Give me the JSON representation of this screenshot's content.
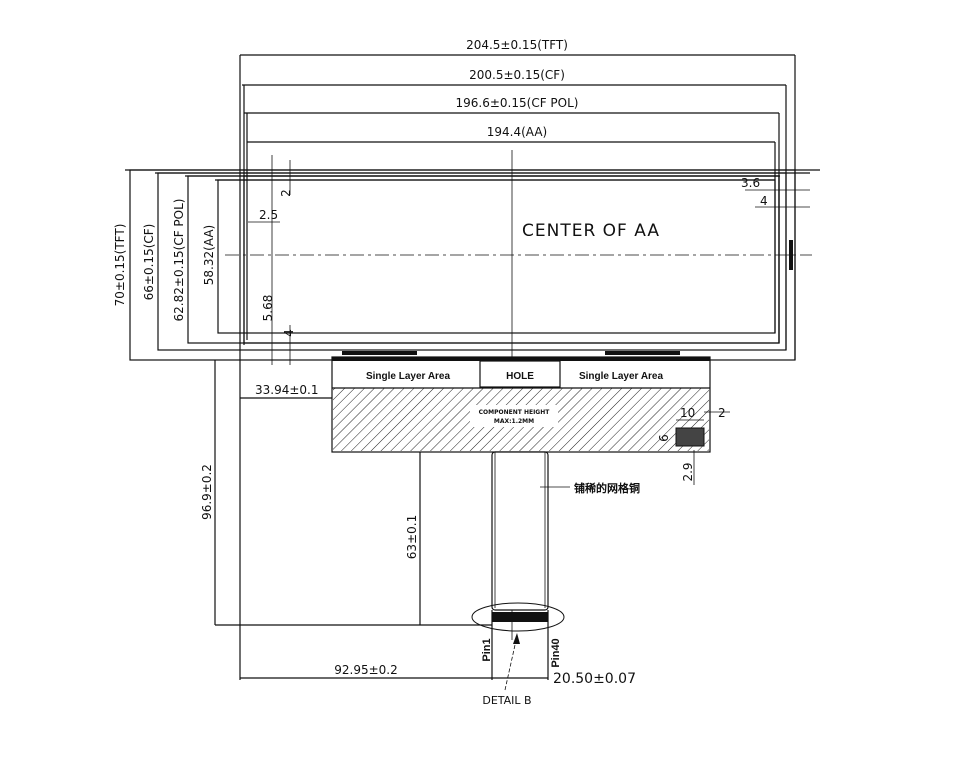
{
  "drawing": {
    "dimensions_top": [
      "204.5±0.15(TFT)",
      "200.5±0.15(CF)",
      "196.6±0.15(CF POL)",
      "194.4(AA)"
    ],
    "dimensions_left": [
      "70±0.15(TFT)",
      "66±0.15(CF)",
      "62.82±0.15(CF POL)",
      "58.32(AA)"
    ],
    "small_dims": {
      "d2": "2",
      "d2_5": "2.5",
      "d5_68": "5.68",
      "d4_left": "4",
      "d3_6": "3.6",
      "d4_right": "4",
      "d10": "10",
      "d2_right": "2",
      "d6": "6",
      "d2_9": "2.9"
    },
    "center_label": "CENTER OF AA",
    "fpc": {
      "single_layer_left": "Single Layer Area",
      "hole": "HOLE",
      "single_layer_right": "Single Layer Area",
      "component_height": "COMPONENT HEIGHT",
      "component_max": "MAX:1.2MM",
      "mesh_note": "铺稀的网格铜"
    },
    "dimensions_bottom": {
      "d33_94": "33.94±0.1",
      "d96_9": "96.9±0.2",
      "d63": "63±0.1",
      "d92_95": "92.95±0.2",
      "d20_50": "20.50±0.07"
    },
    "pins": {
      "pin1": "Pin1",
      "pin40": "Pin40"
    },
    "detail": "DETAIL B"
  }
}
